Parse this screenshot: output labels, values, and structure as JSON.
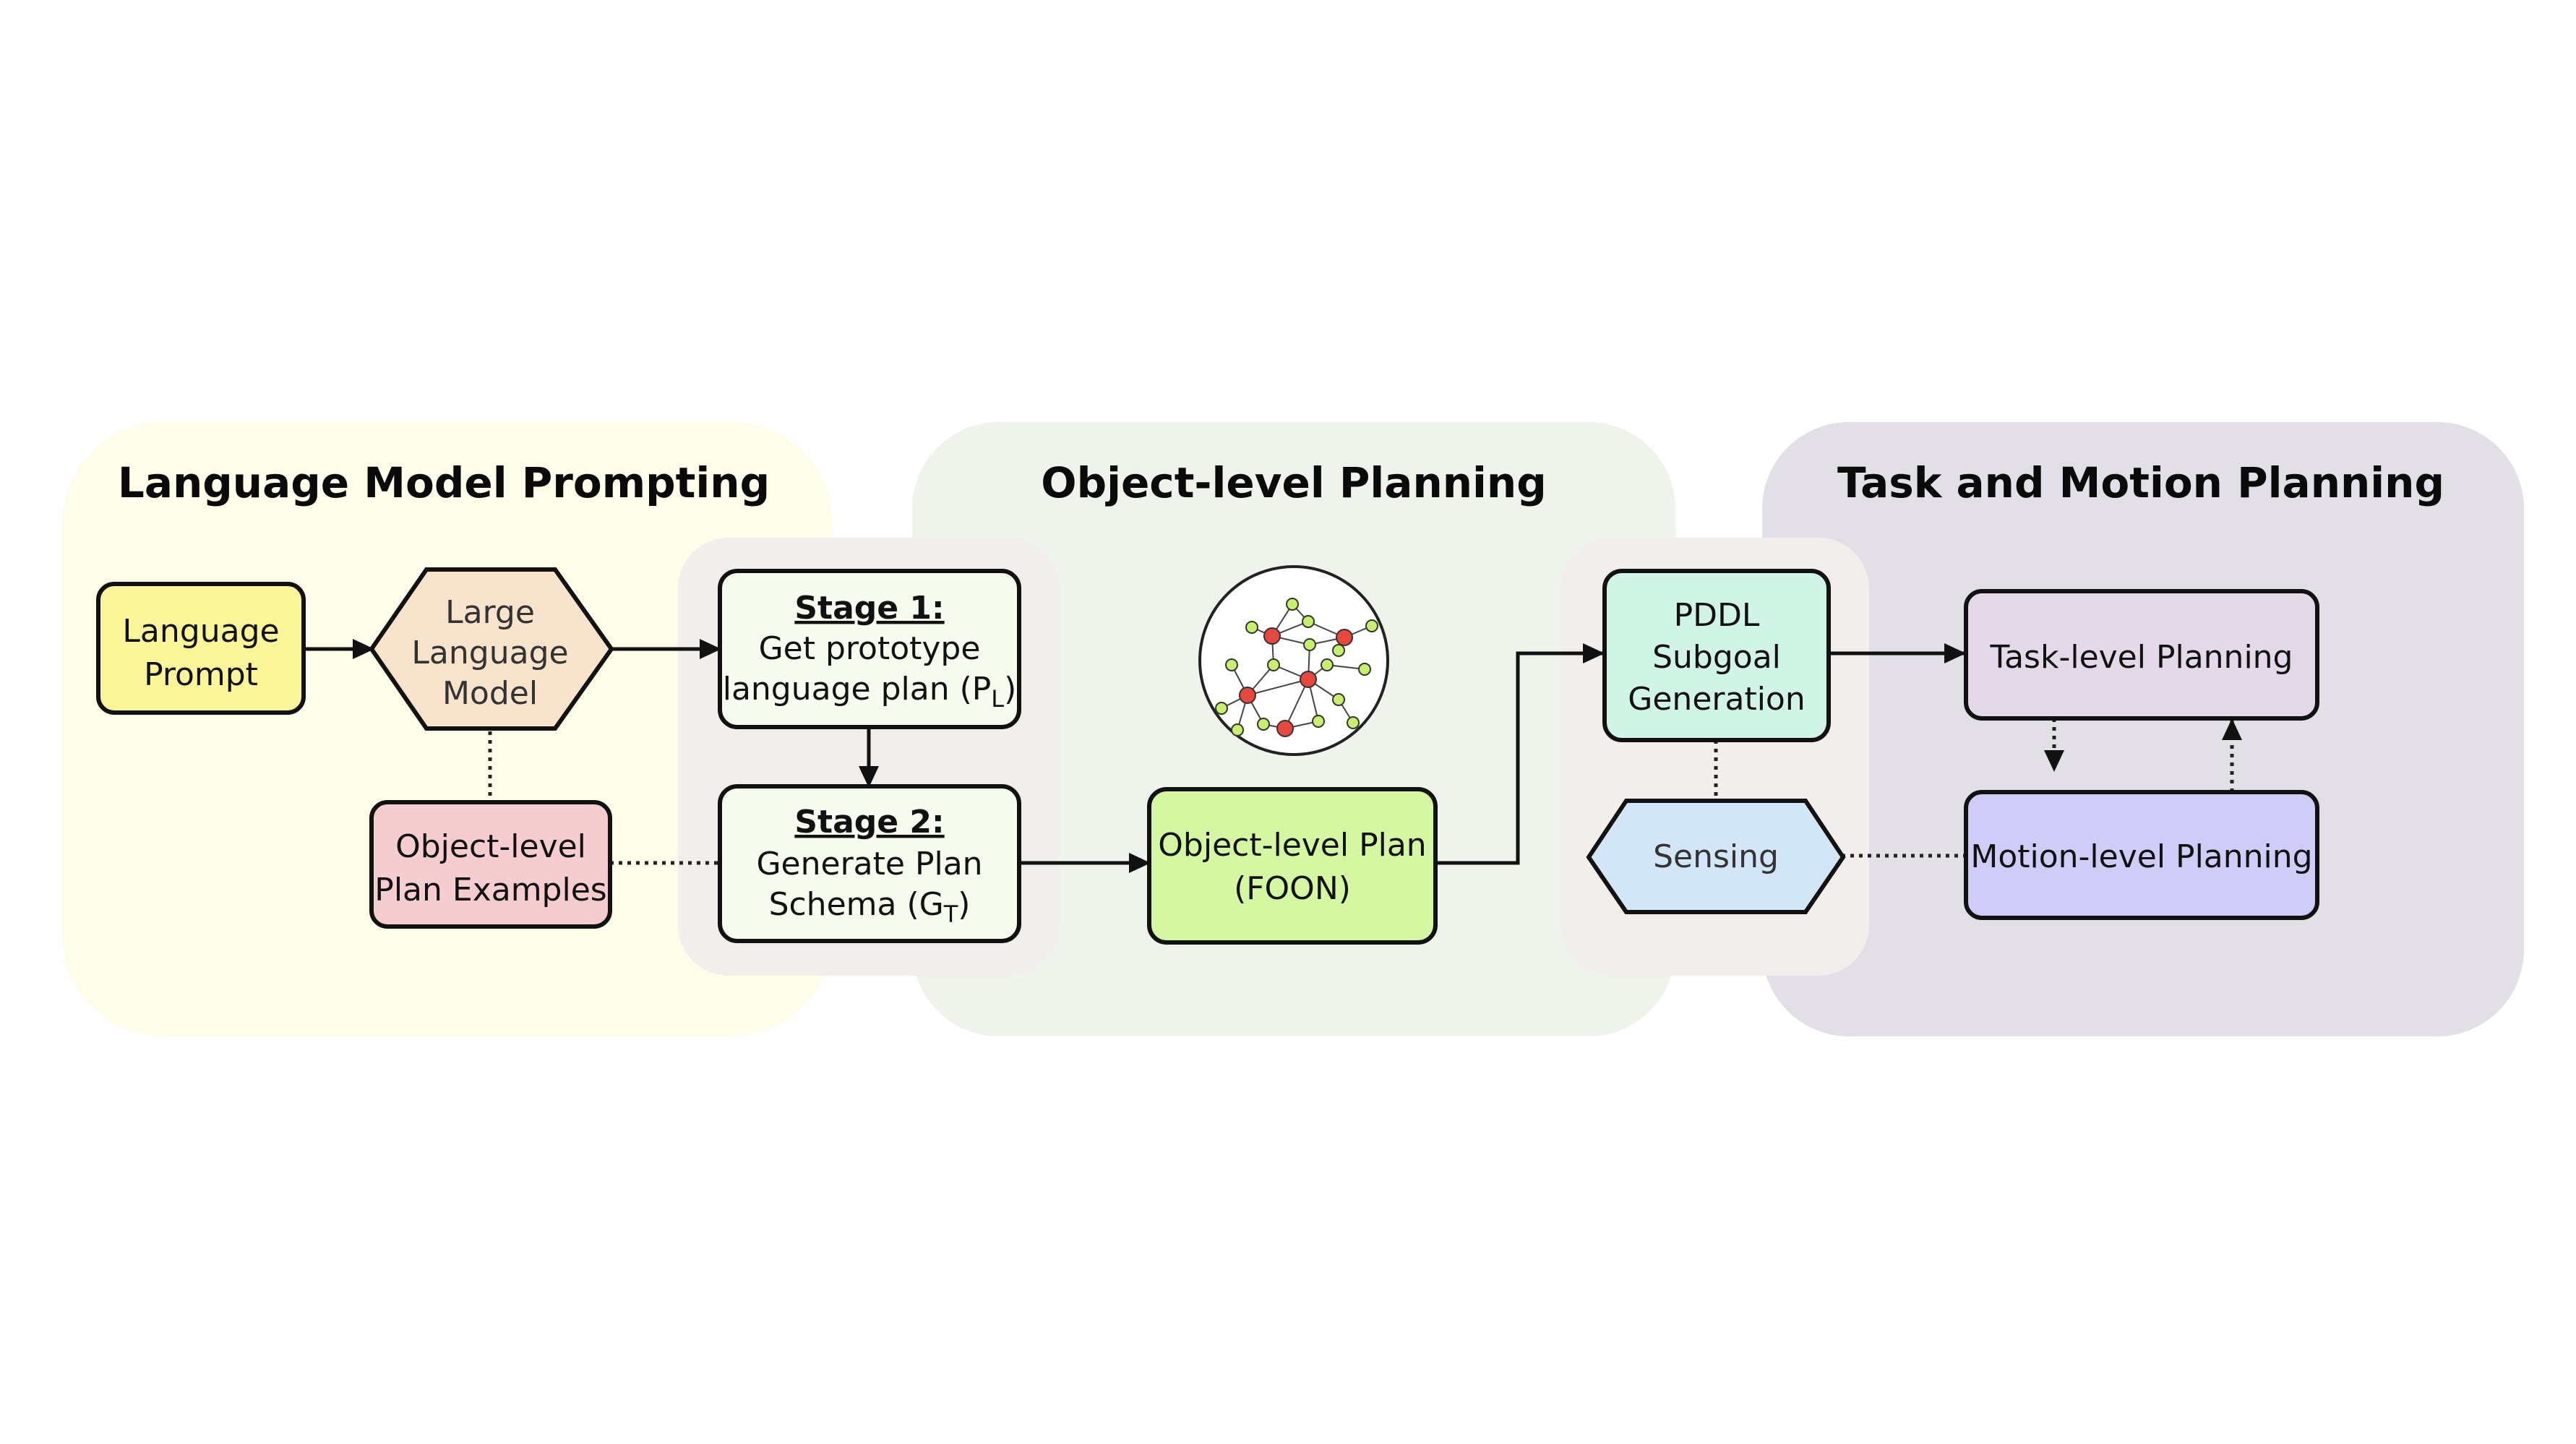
{
  "sections": {
    "language_model_prompting": "Language Model Prompting",
    "object_level_planning": "Object-level Planning",
    "task_and_motion_planning": "Task and Motion Planning"
  },
  "nodes": {
    "language_prompt": [
      "Language",
      "Prompt"
    ],
    "large_language_model": [
      "Large",
      "Language",
      "Model"
    ],
    "object_level_plan_examples": [
      "Object-level",
      "Plan Examples"
    ],
    "stage1": {
      "header": "Stage 1:",
      "line1": "Get prototype",
      "line2_prefix": "language plan (P",
      "line2_sub": "L",
      "line2_suffix": ")"
    },
    "stage2": {
      "header": "Stage 2:",
      "line1": "Generate Plan",
      "line2_prefix": "Schema (G",
      "line2_sub": "T",
      "line2_suffix": ")"
    },
    "object_level_plan": [
      "Object-level Plan",
      "(FOON)"
    ],
    "pddl_subgoal_generation": [
      "PDDL",
      "Subgoal",
      "Generation"
    ],
    "sensing": "Sensing",
    "task_level_planning": "Task-level Planning",
    "motion_level_planning": "Motion-level Planning"
  },
  "colors": {
    "section_language_bg": "#fdfdea",
    "section_object_bg": "#eef3ec",
    "section_tamp_bg": "#e2dfe6",
    "overlap_bg": "#f2eeec",
    "language_prompt_fill": "#fbf59a",
    "llm_fill": "#f8e3cc",
    "examples_fill": "#f5cdd0",
    "stage_fill": "#f5fbee",
    "object_plan_fill": "#d6f7a2",
    "pddl_fill": "#d0f5e6",
    "sensing_fill": "#d3e6f7",
    "task_fill": "#e4d9e8",
    "motion_fill": "#cfccf7",
    "graph_red_node": "#e8473d",
    "graph_green_node": "#c8f06a"
  },
  "icons": {
    "foon_graph": "network-graph-icon"
  }
}
